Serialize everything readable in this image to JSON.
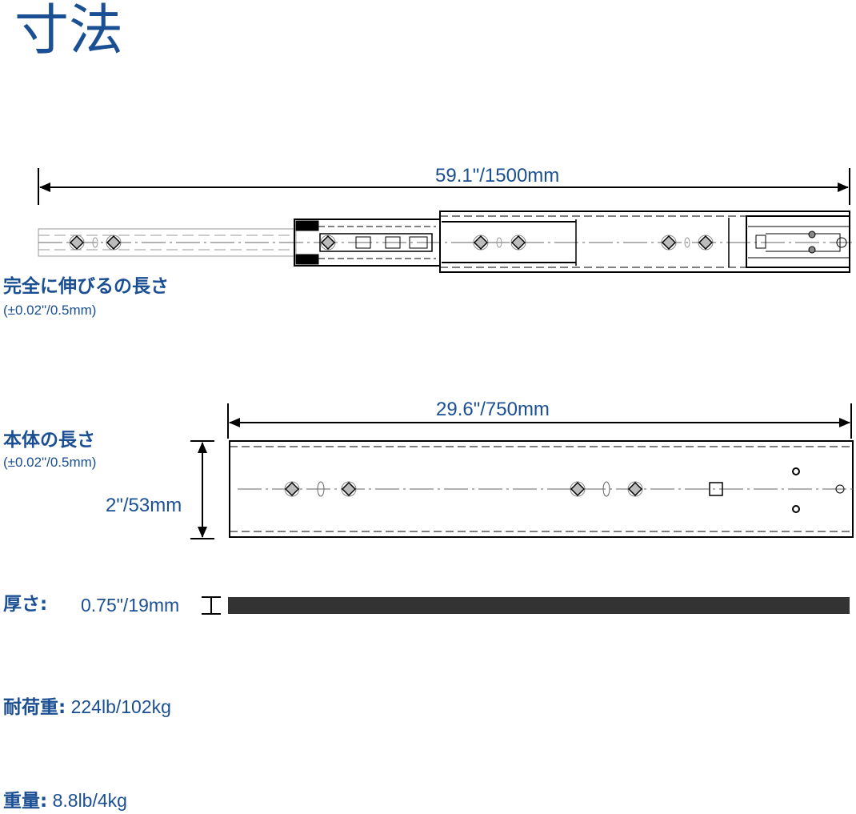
{
  "title": "寸法",
  "extended": {
    "dimension": "59.1\"/1500mm",
    "label": "完全に伸びるの長さ",
    "tolerance": "(±0.02\"/0.5mm)"
  },
  "body": {
    "dimension": "29.6\"/750mm",
    "label": "本体の長さ",
    "tolerance": "(±0.02\"/0.5mm)",
    "height": "2\"/53mm"
  },
  "thickness": {
    "label": "厚さ:",
    "value": "0.75\"/19mm"
  },
  "load": {
    "label": "耐荷重:",
    "value": "224lb/102kg"
  },
  "weight": {
    "label": "重量:",
    "value": "8.8lb/4kg"
  },
  "colors": {
    "text": "#1b4f93",
    "line": "#000000",
    "bar": "#333333"
  }
}
